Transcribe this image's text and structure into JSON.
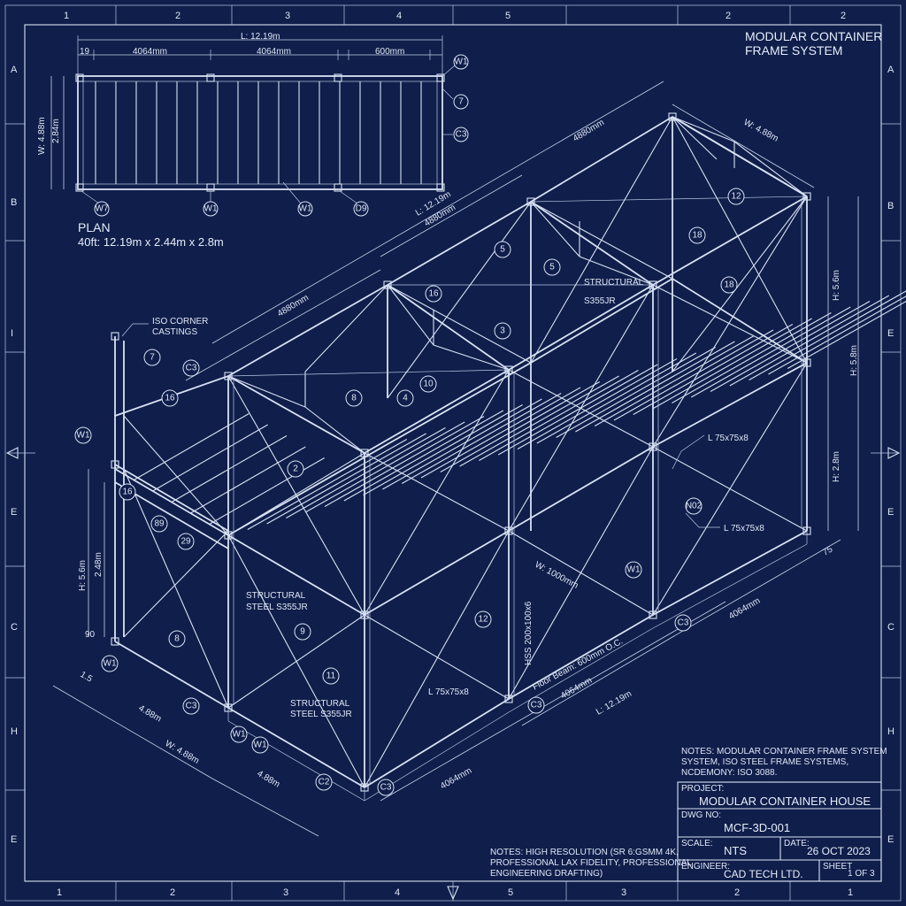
{
  "header": {
    "title_line1": "MODULAR CONTAINER",
    "title_line2": "FRAME SYSTEM"
  },
  "border": {
    "top_cols": [
      "1",
      "2",
      "3",
      "4",
      "5",
      "2",
      "2"
    ],
    "bottom_cols": [
      "1",
      "2",
      "3",
      "4",
      "5",
      "3",
      "2",
      "1"
    ],
    "left_rows": [
      "A",
      "B",
      "I",
      "E",
      "C",
      "H",
      "E"
    ],
    "right_rows": [
      "A",
      "B",
      "E",
      "E",
      "C",
      "H",
      "E"
    ]
  },
  "plan": {
    "overall_dim": "L: 12.19m",
    "seg1_start": "19",
    "seg1": "4064mm",
    "seg2": "4064mm",
    "seg3": "600mm",
    "width_dim": "W: 4.88m",
    "height_dim": "2.84m",
    "bubbles": [
      "W1",
      "7",
      "C3",
      "W7",
      "W1",
      "W1",
      "D9"
    ],
    "label": "PLAN",
    "size": "40ft: 12.19m x 2.44m x 2.8m"
  },
  "iso": {
    "dims": {
      "top_len": "4880mm",
      "mid_len": "4880mm",
      "left_len": "4880mm",
      "l_overall": "L: 12.19m",
      "w_top": "W: 4.88m",
      "h_total": "H: 5.6m",
      "h_upper": "H: 5.8m",
      "h_lower": "H: 2.8m",
      "left_h": "H: 5.6m",
      "left_h2": "2.48m",
      "bottom_w1": "4.88m",
      "bottom_w2": "W: 4.88m",
      "bottom_w3": "4.88m",
      "bottom_len1": "4064mm",
      "bottom_len2": "4064mm",
      "bottom_l": "L: 12.19m",
      "right_len": "4064mm",
      "floor_w": "W: 1000mm",
      "small_75": "75",
      "small_90": "90",
      "small_m": "1.5"
    },
    "labels": {
      "iso_corner": "ISO CORNER",
      "castings": "CASTINGS",
      "steel_top_1": "STRUCTURAL",
      "steel_top_2": "S355JR",
      "steel_mid_1": "STRUCTURAL",
      "steel_mid_2": "STEEL S355JR",
      "steel_bot_1": "STRUCTURAL",
      "steel_bot_2": "STEEL S355JR",
      "angle_1": "L 75x75x8",
      "angle_2": "L 75x75x8",
      "angle_3": "L 75x75x8",
      "hss": "HSS 200x100x6",
      "floor_beam": "Floor Beam: 600mm O.C.",
      "n02": "N02"
    },
    "bubbles": [
      "W1",
      "7",
      "C3",
      "16",
      "16",
      "5",
      "5",
      "12",
      "18",
      "18",
      "3",
      "10",
      "8",
      "4",
      "2",
      "9",
      "9",
      "12",
      "11",
      "W1",
      "W1",
      "C3",
      "C3",
      "C2",
      "C3",
      "W1",
      "C3",
      "W1",
      "8",
      "29",
      "89",
      "16"
    ]
  },
  "notes": {
    "right_1": "NOTES: MODULAR CONTAINER FRAME SYSTEM",
    "right_2": "SYSTEM, ISO STEEL FRAME SYSTEMS,",
    "right_3": "NCDEMONY: ISO 3088.",
    "bottom_1": "NOTES: HIGH RESOLUTION (SR 6:GSMM 4K,",
    "bottom_2": "PROFESSIONAL LAX FIDELITY, PROFESSIONAL",
    "bottom_3": "ENGINEERING DRAFTING)"
  },
  "title_block": {
    "project_label": "PROJECT:",
    "project": "MODULAR CONTAINER HOUSE",
    "dwg_label": "DWG NO:",
    "dwg": "MCF-3D-001",
    "scale_label": "SCALE:",
    "scale": "NTS",
    "date_label": "DATE:",
    "date": "26 OCT 2023",
    "engineer_label": "ENGINEER:",
    "engineer": "CAD TECH LTD.",
    "sheet_label": "SHEET",
    "sheet": "1 OF 3"
  },
  "colors": {
    "background": "#0f1e4a",
    "line": "#d8e2f4"
  }
}
